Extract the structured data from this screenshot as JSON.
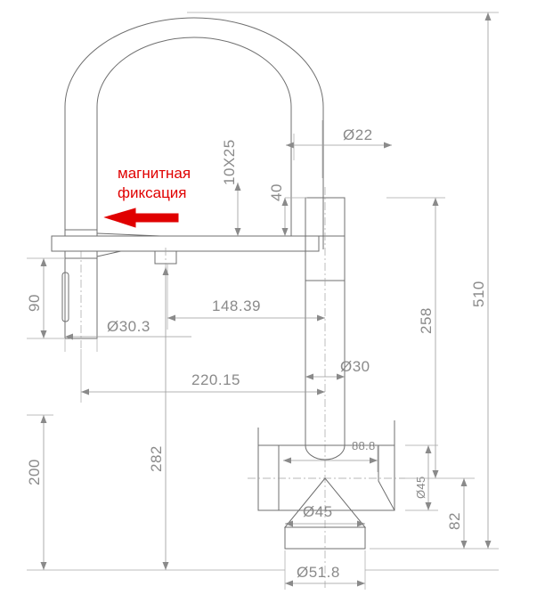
{
  "drawing": {
    "title": "Faucet technical dimension drawing",
    "subject": "pull-down kitchen faucet with magnetic docking spray head",
    "units": "mm",
    "line_color": "#6f6f6f",
    "dimension_color": "#8a8a8a",
    "annotation_color": "#e00000",
    "background": "#ffffff"
  },
  "annotations": [
    {
      "id": "magnetic-note",
      "line1": "магнитная",
      "line2": "фиксация",
      "translation": "magnetic fixation",
      "color": "#e00000",
      "arrow": "left-pointing-red-arrow"
    }
  ],
  "dimensions": {
    "spout_tube_dia": "Ø22",
    "spray_head_dia": "Ø30.3",
    "column_dia": "Ø30",
    "base_cone_dia": "Ø45",
    "base_plate_dia": "Ø51.8",
    "handle_end_dia": "Ø45",
    "notch_spec": "10X25",
    "offset_40": "40",
    "reach_inner": "148.39",
    "reach_outer": "220.15",
    "spray_head_height": "90",
    "clearance_200": "200",
    "height_282": "282",
    "height_258": "258",
    "height_510": "510",
    "height_82": "82",
    "handle_offset": "88.8"
  },
  "dimension_list": [
    {
      "label": "Ø22",
      "orientation": "horizontal",
      "group": "spout-tube"
    },
    {
      "label": "10X25",
      "orientation": "vertical-rotated",
      "group": "notch"
    },
    {
      "label": "40",
      "orientation": "vertical-rotated",
      "group": "bar-to-column"
    },
    {
      "label": "Ø30.3",
      "orientation": "horizontal",
      "group": "spray-head"
    },
    {
      "label": "90",
      "orientation": "vertical-rotated",
      "group": "spray-head-height"
    },
    {
      "label": "148.39",
      "orientation": "horizontal",
      "group": "inner-reach"
    },
    {
      "label": "220.15",
      "orientation": "horizontal",
      "group": "outer-reach"
    },
    {
      "label": "Ø30",
      "orientation": "horizontal",
      "group": "column"
    },
    {
      "label": "200",
      "orientation": "vertical-rotated",
      "group": "lower-clearance"
    },
    {
      "label": "282",
      "orientation": "vertical-rotated",
      "group": "spray-head-drop"
    },
    {
      "label": "258",
      "orientation": "vertical-rotated",
      "group": "upper-height"
    },
    {
      "label": "510",
      "orientation": "vertical-rotated",
      "group": "total-height"
    },
    {
      "label": "88.8",
      "orientation": "horizontal",
      "group": "handle-offset"
    },
    {
      "label": "Ø45",
      "orientation": "vertical-rotated",
      "group": "handle-end"
    },
    {
      "label": "82",
      "orientation": "vertical-rotated",
      "group": "base-height"
    },
    {
      "label": "Ø45",
      "orientation": "horizontal",
      "group": "base-cone"
    },
    {
      "label": "Ø51.8",
      "orientation": "horizontal",
      "group": "base-plate"
    }
  ]
}
